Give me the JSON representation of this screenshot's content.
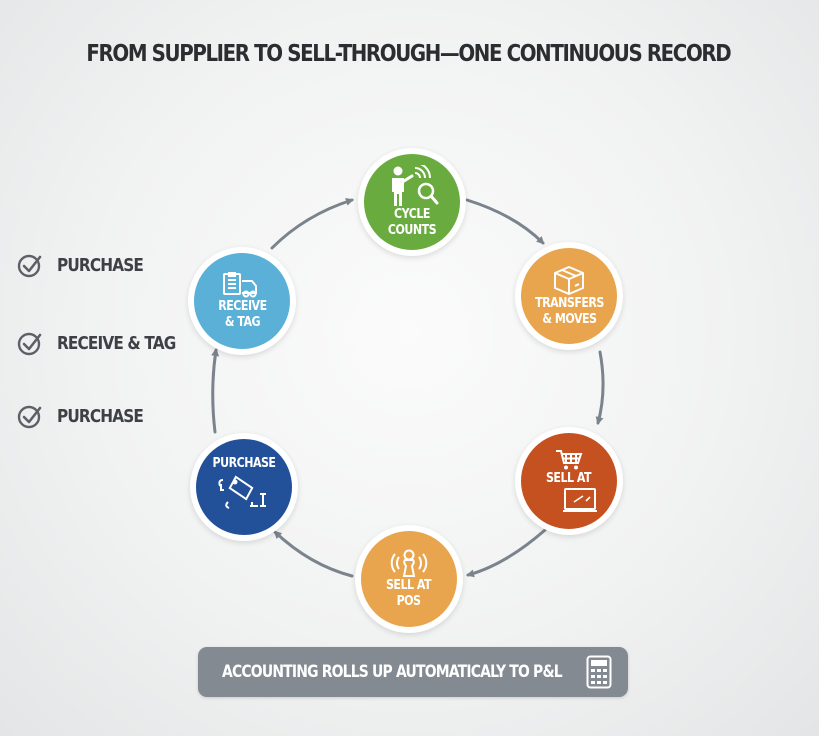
{
  "title": "FROM SUPPLIER TO SELL-THROUGH—ONE CONTINUOUS RECORD",
  "cycle": {
    "nodes": [
      {
        "id": "cycle-counts",
        "label_line1": "",
        "label_line2": "CYCLE COUNTS",
        "color": "#6aab3f",
        "icon": "person-scanner-magnifier-icon"
      },
      {
        "id": "transfers-moves",
        "label_line1": "TRANSFERS",
        "label_line2": "& MOVES",
        "color": "#e9a54d",
        "icon": "box-icon"
      },
      {
        "id": "sell-at",
        "label_line1": "SELL AT",
        "label_line2": "",
        "color": "#c4511f",
        "icon": "cart-and-monitor-icon"
      },
      {
        "id": "sell-at-pos",
        "label_line1": "SELL AT",
        "label_line2": "POS",
        "color": "#e9a54d",
        "icon": "person-broadcast-icon"
      },
      {
        "id": "purchase",
        "label_line1": "PURCHASE",
        "label_line2": "",
        "color": "#22519a",
        "icon": "price-tag-icon"
      },
      {
        "id": "receive-tag",
        "label_line1": "RECEIVE",
        "label_line2": "& TAG",
        "color": "#5bb0d8",
        "icon": "clipboard-truck-icon"
      }
    ],
    "arrow_color": "#7b838c",
    "direction": "clockwise"
  },
  "checklist": {
    "items": [
      {
        "label": "PURCHASE"
      },
      {
        "label": "RECEIVE & TAG"
      },
      {
        "label": "PURCHASE"
      }
    ],
    "icon": "check-circle-icon",
    "color": "#3d4146"
  },
  "footer": {
    "label": "ACCOUNTING ROLLS UP AUTOMATICALY TO P&L",
    "left_icon": "check-circle-icon",
    "right_icon": "calculator-icon",
    "background": "#848a92"
  }
}
